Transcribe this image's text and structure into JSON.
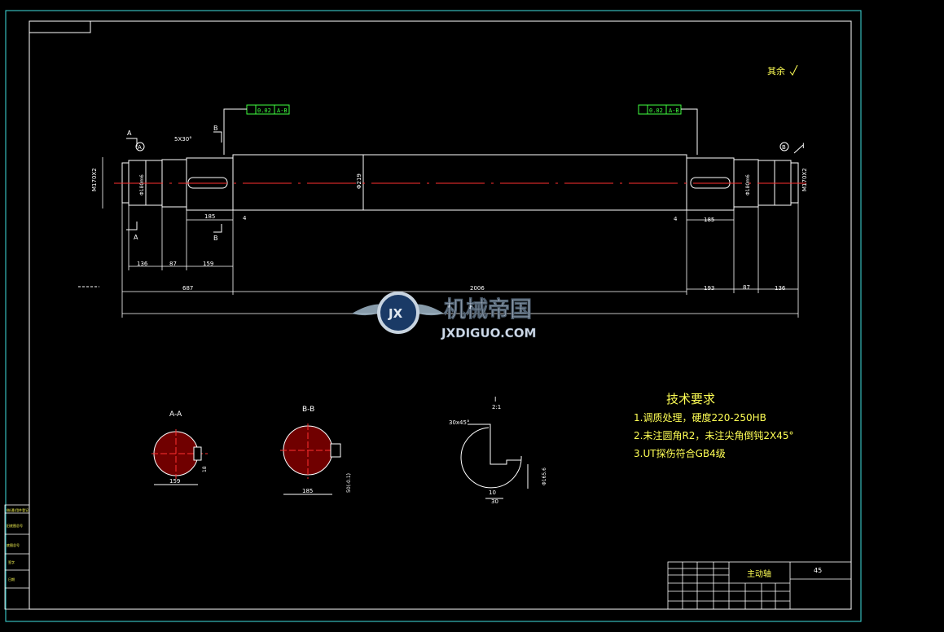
{
  "roughness": "其余",
  "tolerance_left": {
    "value": "0.02",
    "datum": "A-B"
  },
  "tolerance_right": {
    "value": "0.02",
    "datum": "A-B"
  },
  "section_labels": {
    "a": "A",
    "b": "B",
    "circle_a": "A",
    "circle_b": "B",
    "detail": "I"
  },
  "shaft_dims": {
    "chamfer": "5X30°",
    "seg_left_1": "136",
    "seg_left_2": "87",
    "seg_left_3": "159",
    "overall_left": "687",
    "center_total": "2006",
    "seg_right_3": "193",
    "seg_right_2": "87",
    "seg_right_1": "136",
    "keyway_left": "185",
    "keyway_right": "185",
    "gap_left": "4",
    "gap_right": "4",
    "body_dia": "Φ219",
    "left_end_dia": "M170X2",
    "right_end_dia": "M170X2",
    "bearing_left": "Φ180m6",
    "bearing_right": "Φ180m6"
  },
  "sections": {
    "aa": {
      "title": "A-A",
      "dim": "159",
      "side": "18"
    },
    "bb": {
      "title": "B-B",
      "dim": "185",
      "key": "50(-0.1)"
    },
    "detail": {
      "title": "Ⅰ",
      "scale": "2:1",
      "chamfer": "30x45°",
      "d1": "10",
      "d2": "30",
      "dia": "Φ165.6"
    }
  },
  "tech": {
    "title": "技术要求",
    "items": [
      "1.调质处理，硬度220-250HB",
      "2.未注圆角R2，未注尖角倒钝2X45°",
      "3.UT探伤符合GB4级"
    ]
  },
  "title_block": {
    "part_name": "主动轴",
    "material": "45"
  },
  "watermark": {
    "cn": "机械帝国",
    "en": "JXDIGUO.COM",
    "logo": "JX"
  },
  "left_block": [
    "借(通)用件登记",
    "旧底图总号",
    "底图总号",
    "签字",
    "日期"
  ]
}
